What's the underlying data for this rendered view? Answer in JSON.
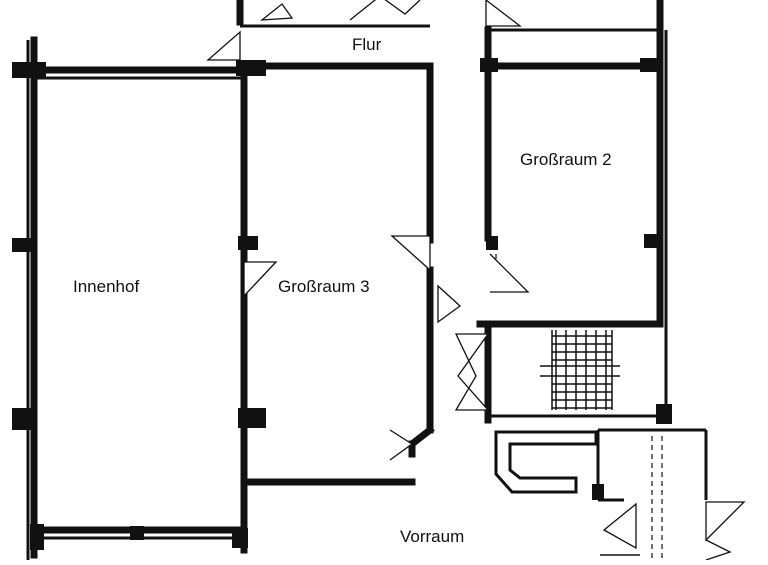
{
  "plan": {
    "rooms": {
      "flur": "Flur",
      "grossraum2": "Großraum 2",
      "innenhof": "Innenhof",
      "grossraum3": "Großraum 3",
      "vorraum": "Vorraum"
    }
  }
}
